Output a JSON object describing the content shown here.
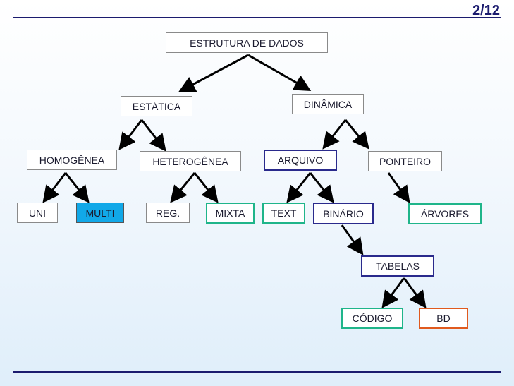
{
  "page_number": "2/12",
  "nodes": {
    "root": "ESTRUTURA  DE DADOS",
    "estatica": "ESTÁTICA",
    "dinamica": "DINÂMICA",
    "homogenea": "HOMOGÊNEA",
    "heterogenea": "HETEROGÊNEA",
    "arquivo": "ARQUIVO",
    "ponteiro": "PONTEIRO",
    "uni": "UNI",
    "multi": "MULTI",
    "reg": "REG.",
    "mixta": "MIXTA",
    "text": "TEXT",
    "binario": "BINÁRIO",
    "arvores": "ÁRVORES",
    "tabelas": "TABELAS",
    "codigo": "CÓDIGO",
    "bd": "BD"
  },
  "colors": {
    "rule": "#1b1b6e",
    "multi_fill": "#11a8e8",
    "blue_border": "#2a2a8c",
    "green_border": "#1fb58a",
    "orange_border": "#e05a1e"
  }
}
